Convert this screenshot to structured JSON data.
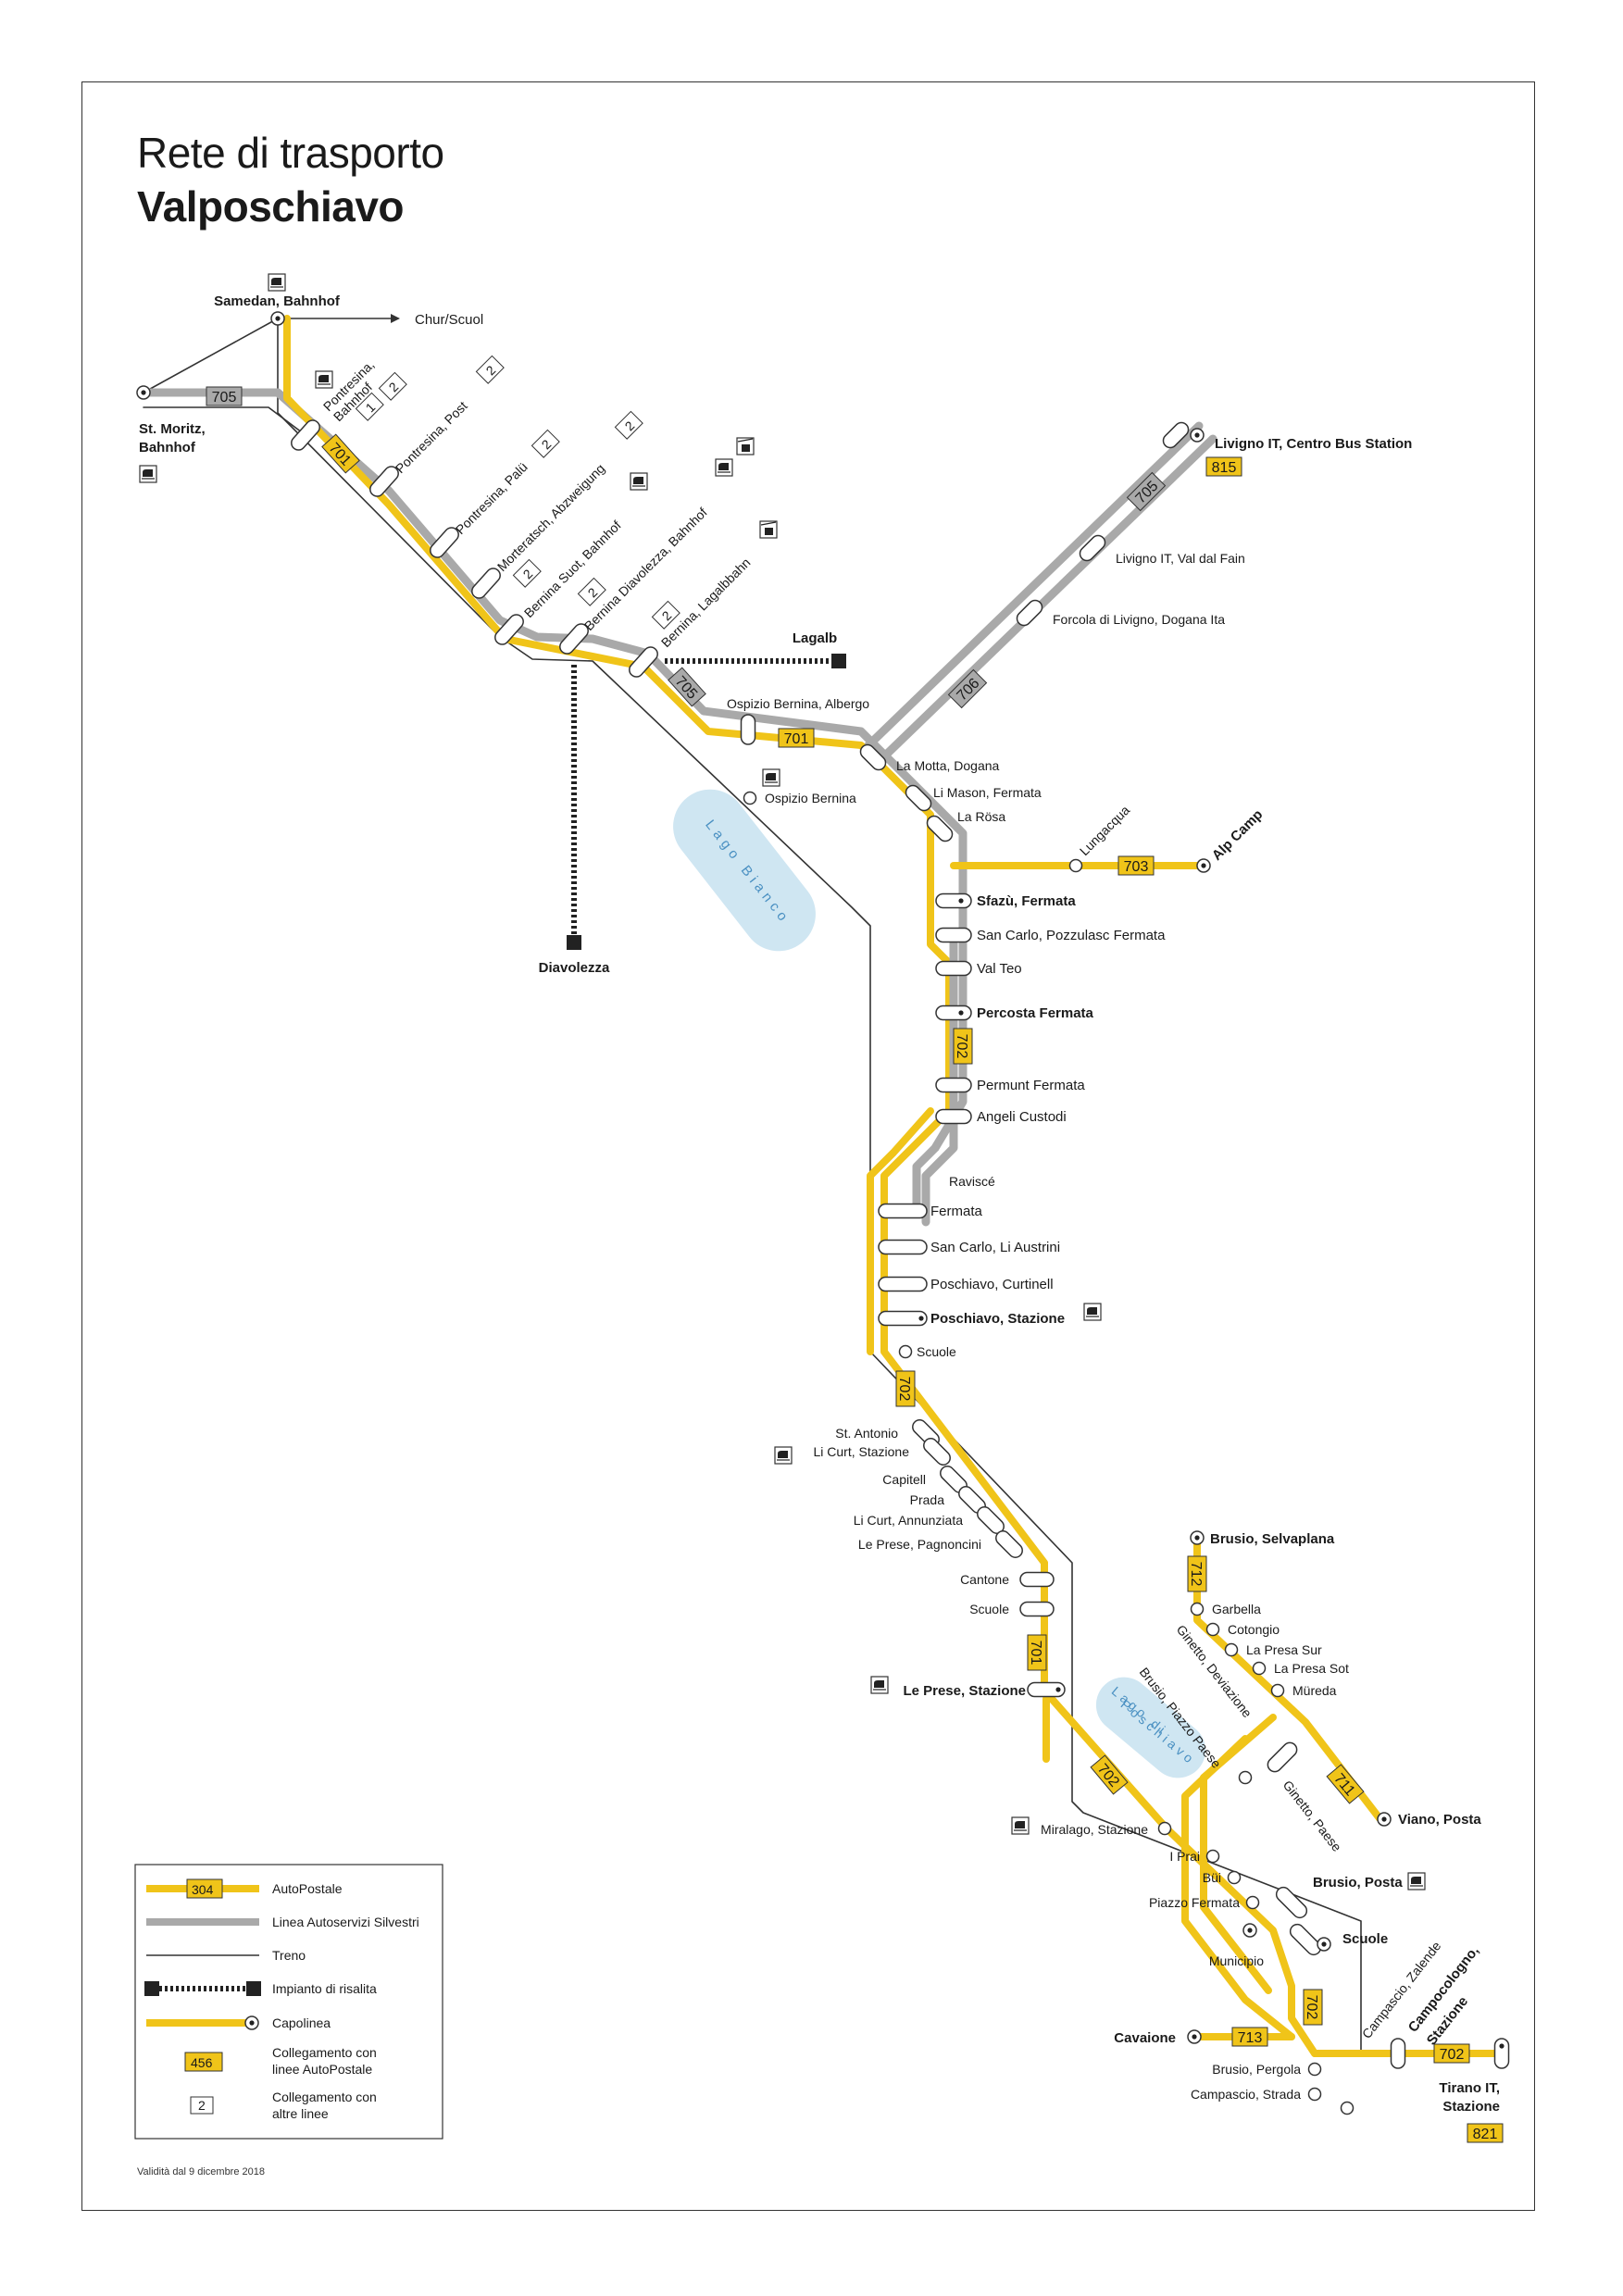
{
  "title": {
    "line1": "Rete di trasporto",
    "line2": "Valposchiavo"
  },
  "validity": "Validità dal 9 dicembre 2018",
  "colors": {
    "autopostale": "#f0c419",
    "silvestri": "#a9a9a9",
    "rail": "#333333",
    "lake": "#cfe6f2",
    "lake_text": "#4a90c2"
  },
  "lakes": [
    {
      "name": "Lago Bianco"
    },
    {
      "name": "Lago di Poschiavo"
    }
  ],
  "lines": [
    {
      "id": "705",
      "operator": "silvestri"
    },
    {
      "id": "706",
      "operator": "silvestri"
    },
    {
      "id": "701",
      "operator": "autopostale"
    },
    {
      "id": "702",
      "operator": "autopostale"
    },
    {
      "id": "703",
      "operator": "autopostale"
    },
    {
      "id": "711",
      "operator": "autopostale"
    },
    {
      "id": "712",
      "operator": "autopostale"
    },
    {
      "id": "713",
      "operator": "autopostale"
    }
  ],
  "external_connections": [
    {
      "label": "Chur/Scuol",
      "kind": "rail"
    },
    {
      "label": "815",
      "kind": "autopostale"
    },
    {
      "label": "821",
      "kind": "autopostale"
    }
  ],
  "ropeways": [
    {
      "name": "Lagalb"
    },
    {
      "name": "Diavolezza"
    }
  ],
  "stops": [
    {
      "name": "Samedan, Bahnhof",
      "terminus": true,
      "train_icon": true
    },
    {
      "name": "St. Moritz, Bahnhof",
      "terminus": true,
      "train_icon": true
    },
    {
      "name": "Pontresina, Bahnhof",
      "train_icon": true,
      "other_connections": [
        "1",
        "2"
      ]
    },
    {
      "name": "Pontresina, Post",
      "other_connections": [
        "2"
      ]
    },
    {
      "name": "Pontresina, Palü",
      "other_connections": [
        "2"
      ]
    },
    {
      "name": "Morteratsch, Abzweigung",
      "other_connections": [
        "2"
      ]
    },
    {
      "name": "Bernina Suot, Bahnhof",
      "train_icon": true,
      "other_connections": [
        "2"
      ]
    },
    {
      "name": "Bernina Diavolezza, Bahnhof",
      "train_icon": true,
      "gondola_icon": true,
      "other_connections": [
        "2"
      ]
    },
    {
      "name": "Bernina, Lagalbbahn",
      "gondola_icon": true,
      "other_connections": [
        "2"
      ]
    },
    {
      "name": "Ospizio Bernina, Albergo"
    },
    {
      "name": "Ospizio Bernina",
      "train_icon": true
    },
    {
      "name": "Livigno IT, Centro Bus Station",
      "terminus": true,
      "autopostale_connections": [
        "815"
      ]
    },
    {
      "name": "Livigno IT, Val dal Fain"
    },
    {
      "name": "Forcola di Livigno, Dogana Ita"
    },
    {
      "name": "La Motta, Dogana"
    },
    {
      "name": "Li Mason, Fermata"
    },
    {
      "name": "La Rösa"
    },
    {
      "name": "Lungacqua"
    },
    {
      "name": "Alp Camp",
      "terminus": true
    },
    {
      "name": "Sfazù, Fermata",
      "terminus": true
    },
    {
      "name": "San Carlo, Pozzulasc Fermata"
    },
    {
      "name": "Val Teo"
    },
    {
      "name": "Percosta Fermata",
      "terminus": true
    },
    {
      "name": "Permunt Fermata"
    },
    {
      "name": "Angeli Custodi"
    },
    {
      "name": "Raviscé"
    },
    {
      "name": "Fermata"
    },
    {
      "name": "San Carlo, Li Austrini"
    },
    {
      "name": "Poschiavo, Curtinell"
    },
    {
      "name": "Poschiavo, Stazione",
      "terminus": true,
      "train_icon": true
    },
    {
      "name": "Scuole"
    },
    {
      "name": "St. Antonio"
    },
    {
      "name": "Li Curt, Stazione",
      "train_icon": true
    },
    {
      "name": "Capitell"
    },
    {
      "name": "Prada"
    },
    {
      "name": "Li Curt, Annunziata"
    },
    {
      "name": "Le Prese, Pagnoncini"
    },
    {
      "name": "Cantone"
    },
    {
      "name": "Scuole"
    },
    {
      "name": "Le Prese, Stazione",
      "terminus": true,
      "train_icon": true
    },
    {
      "name": "Miralago, Stazione",
      "train_icon": true
    },
    {
      "name": "Brusio, Selvaplana",
      "terminus": true
    },
    {
      "name": "Garbella"
    },
    {
      "name": "Cotongio"
    },
    {
      "name": "La Presa Sur"
    },
    {
      "name": "La Presa Sot"
    },
    {
      "name": "Müreda"
    },
    {
      "name": "Ginetto, Deviazione"
    },
    {
      "name": "Brusio, Piazzo Paese"
    },
    {
      "name": "Ginetto, Paese"
    },
    {
      "name": "Viano, Posta",
      "terminus": true
    },
    {
      "name": "I Prai"
    },
    {
      "name": "Büi"
    },
    {
      "name": "Piazzo Fermata"
    },
    {
      "name": "Brusio, Posta",
      "train_icon": true
    },
    {
      "name": "Scuole"
    },
    {
      "name": "Municipio"
    },
    {
      "name": "Cavaione",
      "terminus": true
    },
    {
      "name": "Brusio, Pergola"
    },
    {
      "name": "Campascio, Strada"
    },
    {
      "name": "Campascio, Zalende"
    },
    {
      "name": "Campocologno, Stazione"
    },
    {
      "name": "Tirano IT, Stazione",
      "terminus": true,
      "autopostale_connections": [
        "821"
      ]
    }
  ],
  "legend": {
    "autopostale_sample": "304",
    "autopostale": "AutoPostale",
    "silvestri": "Linea Autoservizi Silvestri",
    "rail": "Treno",
    "ropeway": "Impianto di risalita",
    "terminus": "Capolinea",
    "ap_connection_sample": "456",
    "ap_connection_line1": "Collegamento con",
    "ap_connection_line2": "linee AutoPostale",
    "other_connection_sample": "2",
    "other_connection_line1": "Collegamento con",
    "other_connection_line2": "altre linee"
  }
}
